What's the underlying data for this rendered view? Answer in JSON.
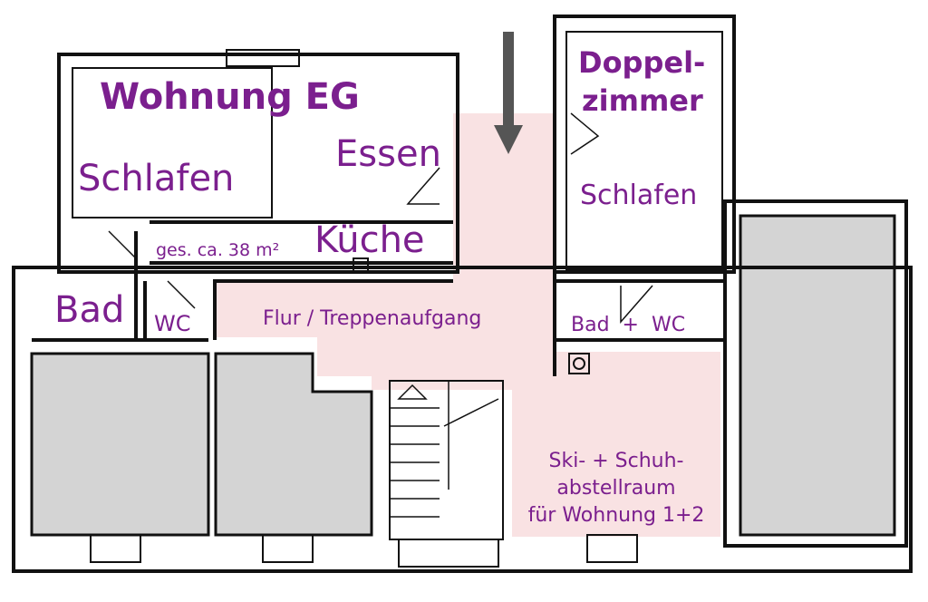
{
  "plan": {
    "title": "Wohnung EG",
    "rooms": {
      "schlafen_left": "Schlafen",
      "essen": "Essen",
      "kueche": "Küche",
      "area_note": "ges. ca. 38 m²",
      "bad": "Bad",
      "wc": "WC",
      "flur": "Flur / Treppenaufgang",
      "doppel_line1": "Doppel-",
      "doppel_line2": "zimmer",
      "schlafen_right": "Schlafen",
      "bad_wc": "Bad  +  WC",
      "ski_line1": "Ski- + Schuh-",
      "ski_line2": "abstellraum",
      "ski_line3": "für Wohnung 1+2"
    },
    "colors": {
      "label": "#7b1f8e",
      "highlight": "#f9e2e3",
      "other_units": "#d4d4d4",
      "arrow": "#555555"
    }
  }
}
